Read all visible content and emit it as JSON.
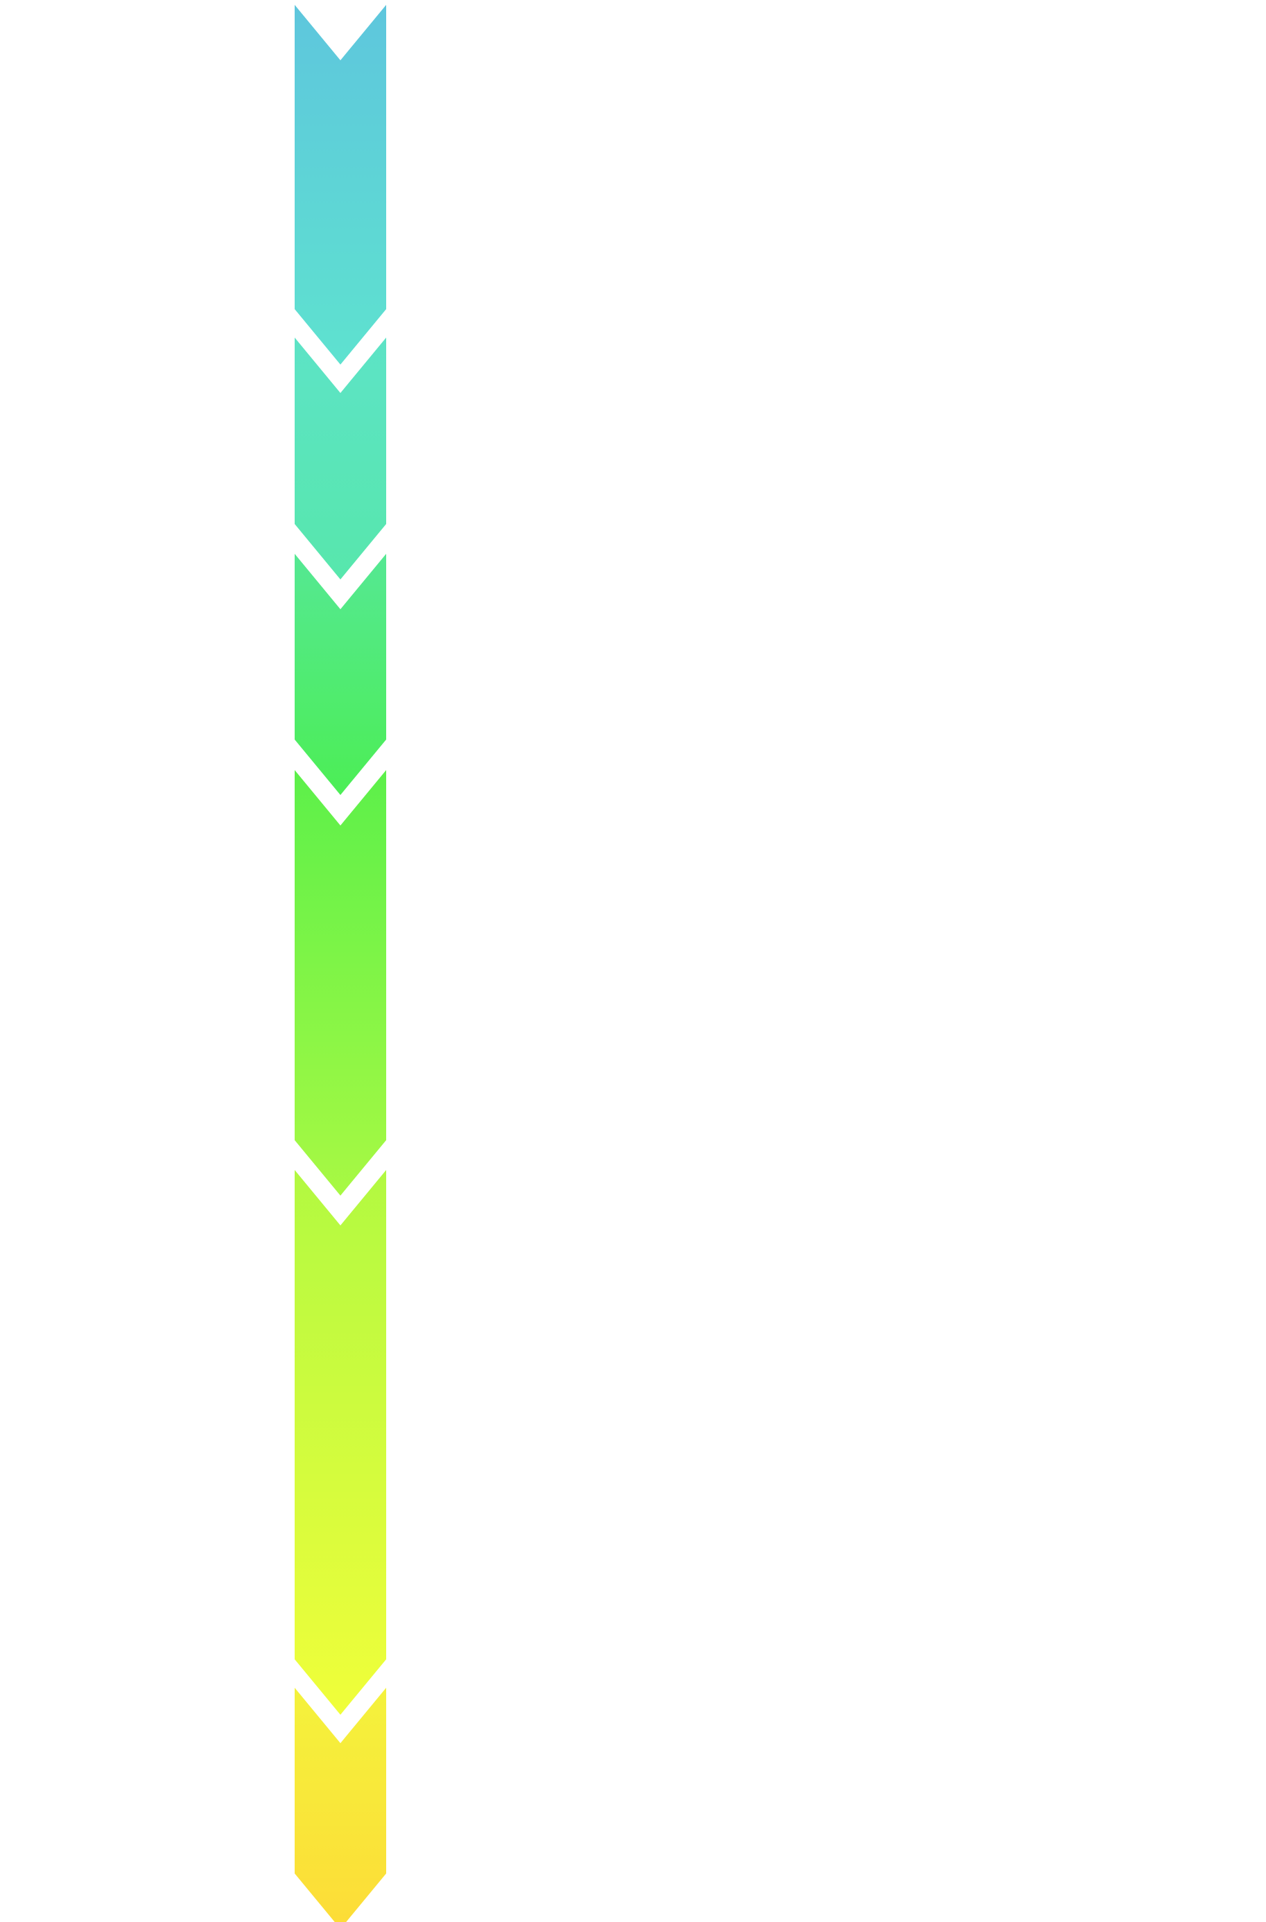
{
  "diagram": {
    "type": "vertical-chevron-process",
    "orientation": "top-to-bottom",
    "text_labels": [],
    "segments": [
      {
        "step": 1,
        "color_top": "#5EC6DD",
        "color_bottom": "#5EE2CF"
      },
      {
        "step": 2,
        "color_top": "#5DE3C6",
        "color_bottom": "#57E7AC"
      },
      {
        "step": 3,
        "color_top": "#55E893",
        "color_bottom": "#4CEE55"
      },
      {
        "step": 4,
        "color_top": "#5CF04A",
        "color_bottom": "#A8F943"
      },
      {
        "step": 5,
        "color_top": "#B2F941",
        "color_bottom": "#F0FE3A"
      },
      {
        "step": 6,
        "color_top": "#F4F23C",
        "color_bottom": "#FDDC37"
      }
    ],
    "background": "#FFFFFF"
  }
}
